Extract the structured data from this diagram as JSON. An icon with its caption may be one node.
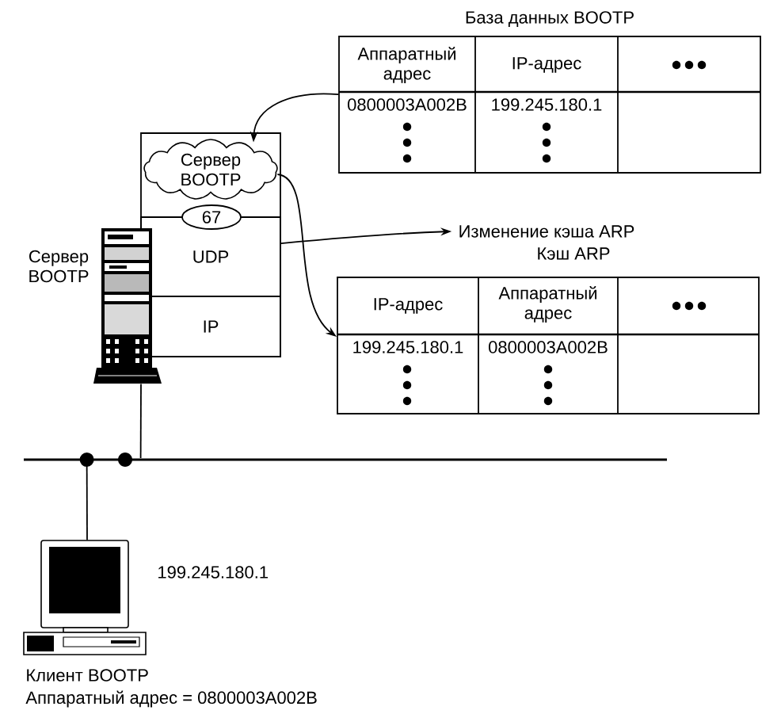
{
  "diagram": {
    "nodes": [
      {
        "text": [
          "База данных BOOTP"
        ]
      },
      {
        "text": [],
        "shape": "box"
      },
      {
        "text": [
          "Сервер BOOTP"
        ],
        "in": 1
      },
      {
        "text": [
          "67"
        ],
        "in": 1
      },
      {
        "text": [
          "UDP"
        ],
        "in": 1
      },
      {
        "text": [
          "IP"
        ],
        "in": 1
      },
      {
        "text": [],
        "shape": "picture",
        "beside": [
          "Сервер BOOTP"
        ]
      },
      {
        "text": [
          "Изменение кэша ARP"
        ]
      },
      {
        "text": [
          "Кэш ARP"
        ]
      },
      {
        "text": [],
        "shape": "line"
      },
      {
        "text": [],
        "shape": "picture",
        "beside": [
          "199.245.180.1",
          "Клиент BOOTP",
          "Аппаратный адрес = 0800003A002B"
        ]
      }
    ],
    "edges": [
      {
        "from": 0,
        "to": 2,
        "arrow": "to"
      },
      {
        "from": 2,
        "to": 8,
        "arrow": "to"
      },
      {
        "from": 4,
        "to": 7,
        "arrow": "to"
      },
      {
        "from": 6,
        "to": 9,
        "arrow": "none"
      },
      {
        "from": 9,
        "to": 10,
        "arrow": "other"
      }
    ],
    "labels": [
      "Аппаратный адрес",
      "IP-адрес",
      "0800003A002B",
      "199.245.180.1",
      "IP-адрес",
      "Аппаратный адрес",
      "199.245.180.1",
      "0800003A002B"
    ]
  }
}
